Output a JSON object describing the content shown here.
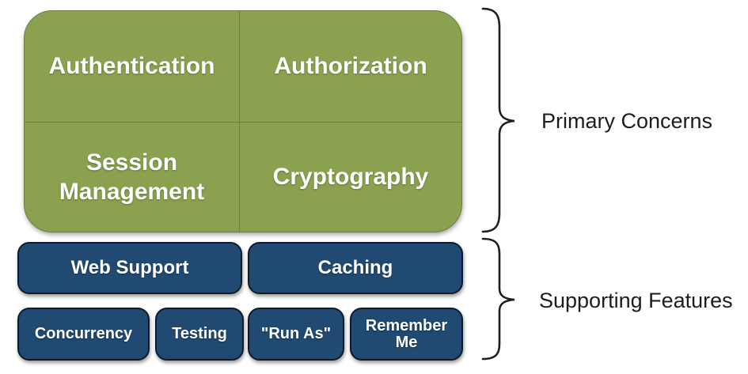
{
  "primary": {
    "bracket_label": "Primary Concerns",
    "cells": [
      "Authentication",
      "Authorization",
      "Session Management",
      "Cryptography"
    ],
    "fill_color": "#8AA24F",
    "divider_color": "#6B8039"
  },
  "supporting": {
    "bracket_label": "Supporting Features",
    "row1": [
      "Web Support",
      "Caching"
    ],
    "row2": [
      "Concurrency",
      "Testing",
      "\"Run As\"",
      "Remember Me"
    ],
    "fill_color": "#214A72",
    "border_color": "#0D1B2A"
  },
  "text_color": "#FFFFFF",
  "annotation_color": "#1D1D1D",
  "background_color": "#FFFFFF"
}
